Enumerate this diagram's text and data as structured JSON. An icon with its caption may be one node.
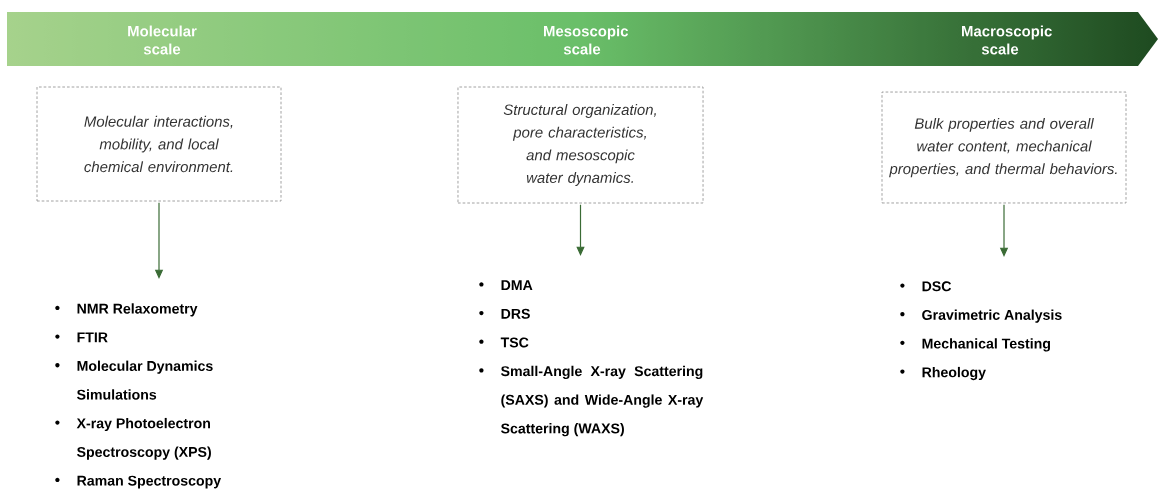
{
  "diagram": {
    "nodes": [
      {
        "text": [
          "Molecular scale",
          "Mesoscopic scale",
          "Macroscopic scale"
        ]
      },
      {
        "text": [
          "Molecular interactions, mobility, and local chemical environment."
        ]
      },
      {
        "text": [
          "Structural organization, pore characteristics, and mesoscopic water dynamics."
        ]
      },
      {
        "text": [
          "Bulk properties and overall water content, mechanical properties, and thermal behaviors."
        ]
      },
      {
        "text": [
          "NMR Relaxometry",
          "FTIR",
          "Molecular Dynamics Simulations",
          "X-ray Photoelectron Spectroscopy (XPS)",
          "Raman Spectroscopy"
        ]
      },
      {
        "text": [
          "DMA",
          "DRS",
          "TSC",
          "Small-Angle X-ray Scattering (SAXS) and Wide-Angle X-ray Scattering (WAXS)"
        ]
      },
      {
        "text": [
          "DSC",
          "Gravimetric Analysis",
          "Mechanical Testing",
          "Rheology"
        ]
      }
    ],
    "edges": [
      {
        "from": 1,
        "to": 4,
        "arrow": "to"
      },
      {
        "from": 2,
        "to": 5,
        "arrow": "to"
      },
      {
        "from": 3,
        "to": 6,
        "arrow": "to"
      }
    ]
  }
}
